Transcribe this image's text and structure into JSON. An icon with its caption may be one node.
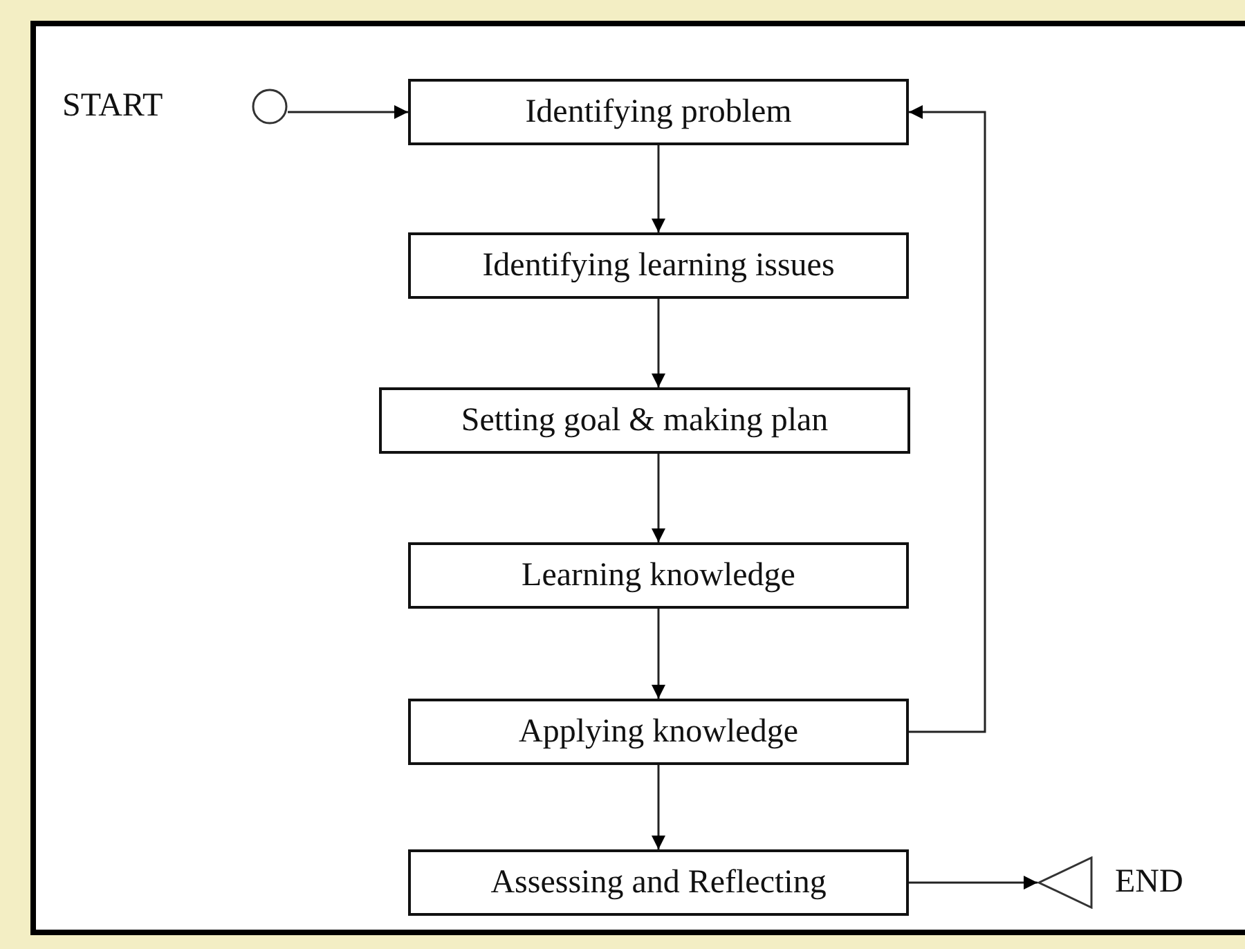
{
  "diagram": {
    "nodes": [
      {
        "text": [],
        "shape": "circle",
        "beside": [
          "START"
        ]
      },
      {
        "text": [
          "Identifying problem"
        ]
      },
      {
        "text": [
          "Identifying learning issues"
        ]
      },
      {
        "text": [
          "Setting goal & making plan"
        ]
      },
      {
        "text": [
          "Learning knowledge"
        ]
      },
      {
        "text": [
          "Applying knowledge"
        ]
      },
      {
        "text": [
          "Assessing and Reflecting"
        ]
      },
      {
        "text": [],
        "shape": "triangle",
        "beside": [
          "END"
        ]
      }
    ],
    "edges": [
      {
        "from": 0,
        "to": 1,
        "arrow": "to"
      },
      {
        "from": 1,
        "to": 2,
        "arrow": "to"
      },
      {
        "from": 2,
        "to": 3,
        "arrow": "to"
      },
      {
        "from": 3,
        "to": 4,
        "arrow": "to"
      },
      {
        "from": 4,
        "to": 5,
        "arrow": "to"
      },
      {
        "from": 5,
        "to": 6,
        "arrow": "to"
      },
      {
        "from": 5,
        "to": 1,
        "arrow": "to"
      },
      {
        "from": 6,
        "to": 7,
        "arrow": "to"
      }
    ]
  }
}
